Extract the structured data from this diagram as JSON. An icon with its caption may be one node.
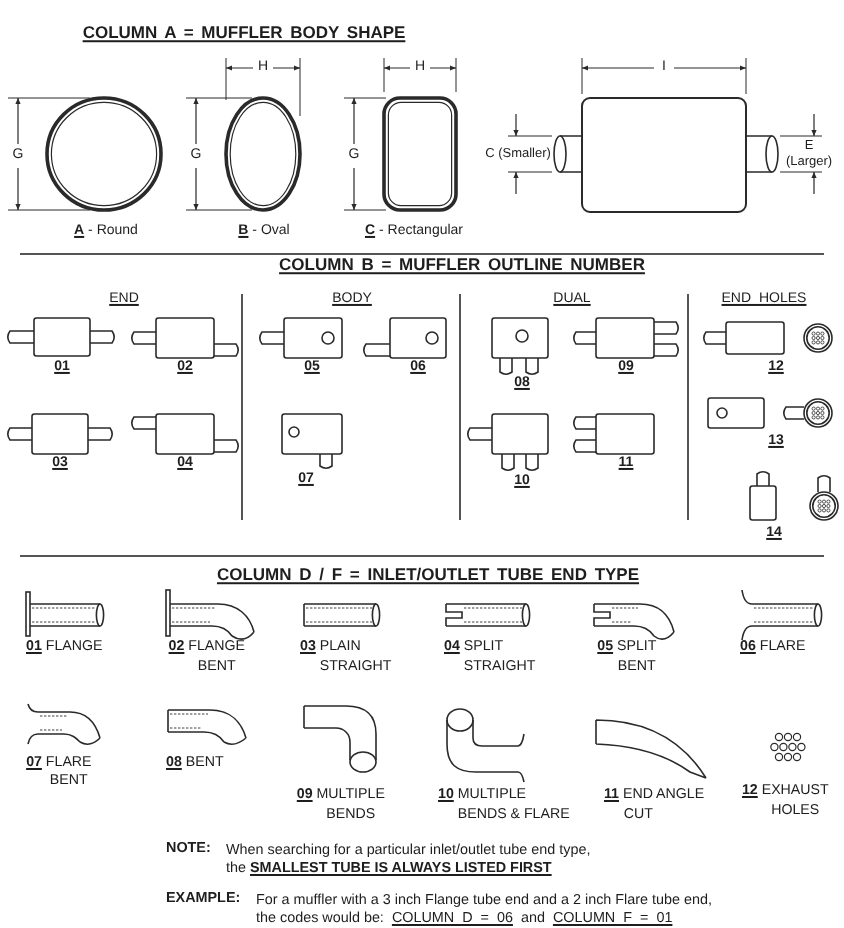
{
  "diagram": {
    "labels": [
      "COLUMN A = MUFFLER BODY SHAPE",
      "H",
      "H",
      "I",
      "G",
      "G",
      "G",
      "C (Smaller)",
      "E (Larger)",
      "**A** - Round",
      "**B** - Oval",
      "**C** - Rectangular",
      "COLUMN B = MUFFLER OUTLINE NUMBER",
      "END",
      "BODY",
      "DUAL",
      "END HOLES",
      "01",
      "02",
      "03",
      "04",
      "05",
      "06",
      "07",
      "08",
      "09",
      "10",
      "11",
      "12",
      "13",
      "14",
      "COLUMN D / F = INLET/OUTLET TUBE END TYPE",
      "**01** FLANGE",
      "**02** FLANGE BENT",
      "**03** PLAIN STRAIGHT",
      "**04** SPLIT STRAIGHT",
      "**05** SPLIT BENT",
      "**06** FLARE",
      "**07** FLARE BENT",
      "**08** BENT",
      "**09** MULTIPLE BENDS",
      "**10** MULTIPLE BENDS & FLARE",
      "**11** END ANGLE CUT",
      "**12** EXHAUST HOLES",
      "NOTE:",
      "When searching for a particular inlet/outlet tube end type, the **SMALLEST TUBE IS ALWAYS LISTED FIRST**",
      "EXAMPLE:",
      "For a muffler with a 3 inch Flange tube end and a 2 inch Flare tube end, the codes would be: *COLUMN D = 06* and *COLUMN F = 01*"
    ]
  }
}
